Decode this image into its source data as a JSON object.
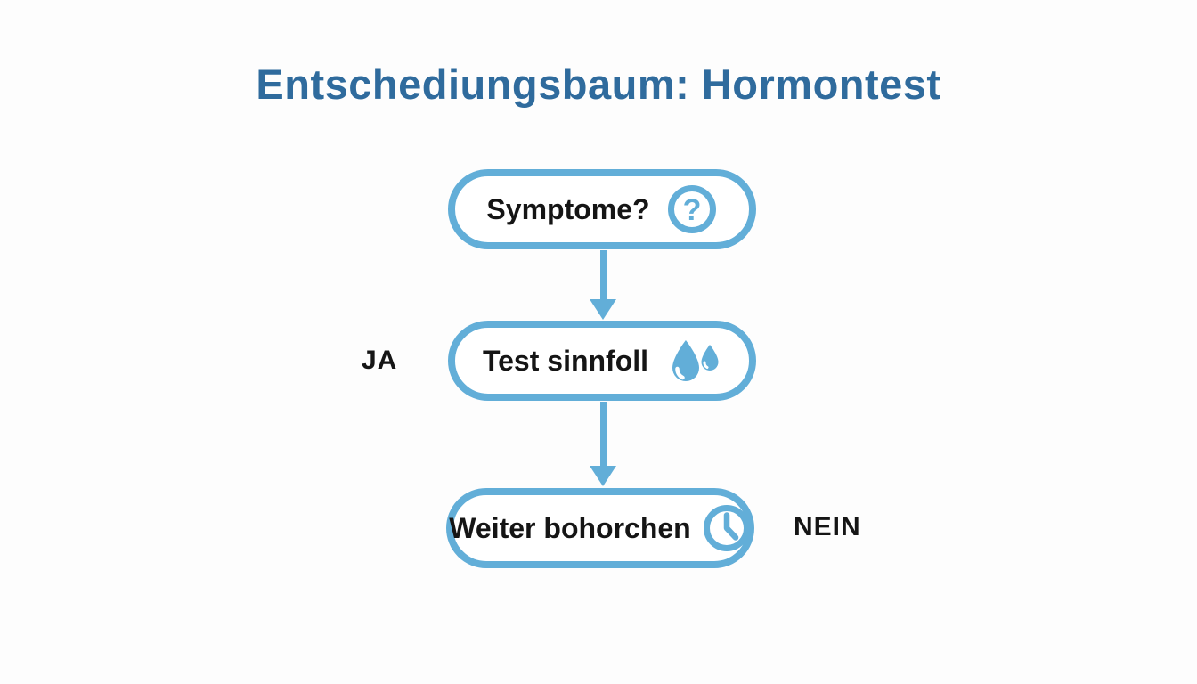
{
  "title": {
    "text": "Entschediungsbaum: Hormontest"
  },
  "colors": {
    "accent": "#62aed8",
    "title": "#2f6b9d",
    "text": "#151515",
    "background": "#fdfdfd"
  },
  "diagram": {
    "type": "flowchart",
    "nodes": [
      {
        "label": "Symptome?",
        "icon": "question-circle-icon"
      },
      {
        "label": "Test sinnfoll",
        "icon": "water-drops-icon"
      },
      {
        "label": "Weiter bohorchen",
        "icon": "clock-icon"
      }
    ],
    "edges": [
      {
        "from": "Symptome?",
        "to": "Test sinnfoll",
        "label": "JA",
        "label_side": "left"
      },
      {
        "from": "Test sinnfoll",
        "to": "Weiter bohorchen",
        "label": "NEIN",
        "label_side": "right"
      }
    ]
  }
}
